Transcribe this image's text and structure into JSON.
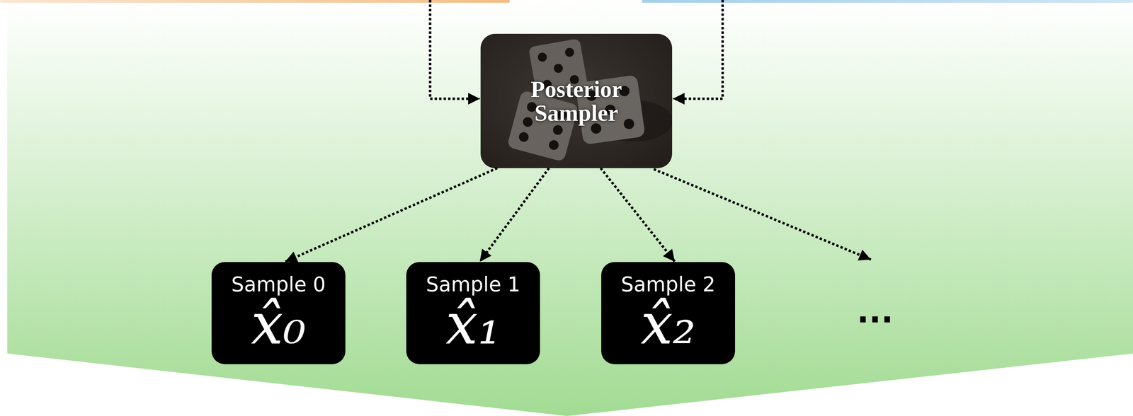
{
  "diagram": {
    "nodes": [
      {
        "text": [
          "Posterior Sampler"
        ]
      },
      {
        "text": [
          "Sample 0",
          "x̂₀"
        ]
      },
      {
        "text": [
          "Sample 1",
          "x̂₁"
        ]
      },
      {
        "text": [
          "Sample 2",
          "x̂₂"
        ]
      }
    ],
    "edges": [
      {
        "from": 0,
        "to": 1,
        "arrow": "to"
      },
      {
        "from": 0,
        "to": 2,
        "arrow": "to"
      },
      {
        "from": 0,
        "to": 3,
        "arrow": "to"
      }
    ],
    "labels": [
      "..."
    ]
  }
}
